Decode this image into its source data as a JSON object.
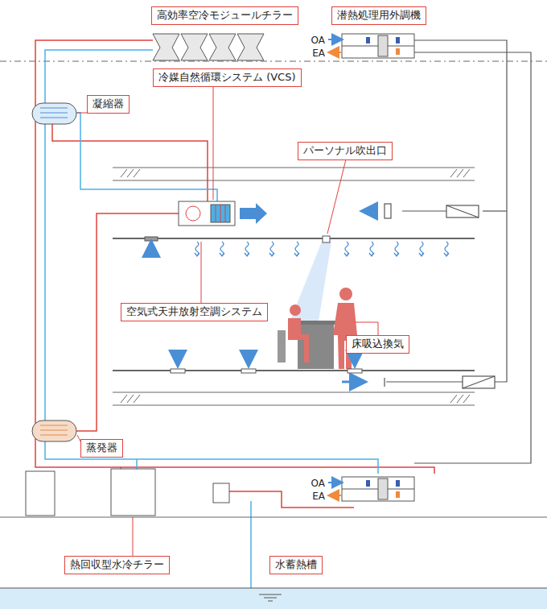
{
  "diagram": {
    "nodes": [
      {
        "text": [
          "高効率空冷モジュールチラー"
        ]
      },
      {
        "text": [
          "潜熱処理用外調機"
        ]
      },
      {
        "text": [
          "凝縮器"
        ]
      },
      {
        "text": [
          "冷媒自然循環システム (VCS)"
        ]
      },
      {
        "text": [
          "パーソナル吹出口"
        ]
      },
      {
        "text": [
          "空気式天井放射空調システム"
        ]
      },
      {
        "text": [
          "床吸込換気"
        ]
      },
      {
        "text": [
          "蒸発器"
        ]
      },
      {
        "text": [
          "熱回収型水冷チラー"
        ]
      },
      {
        "text": [
          "水蓄熱槽"
        ]
      }
    ],
    "labels": [
      "OA",
      "EA",
      "OA",
      "EA"
    ]
  }
}
